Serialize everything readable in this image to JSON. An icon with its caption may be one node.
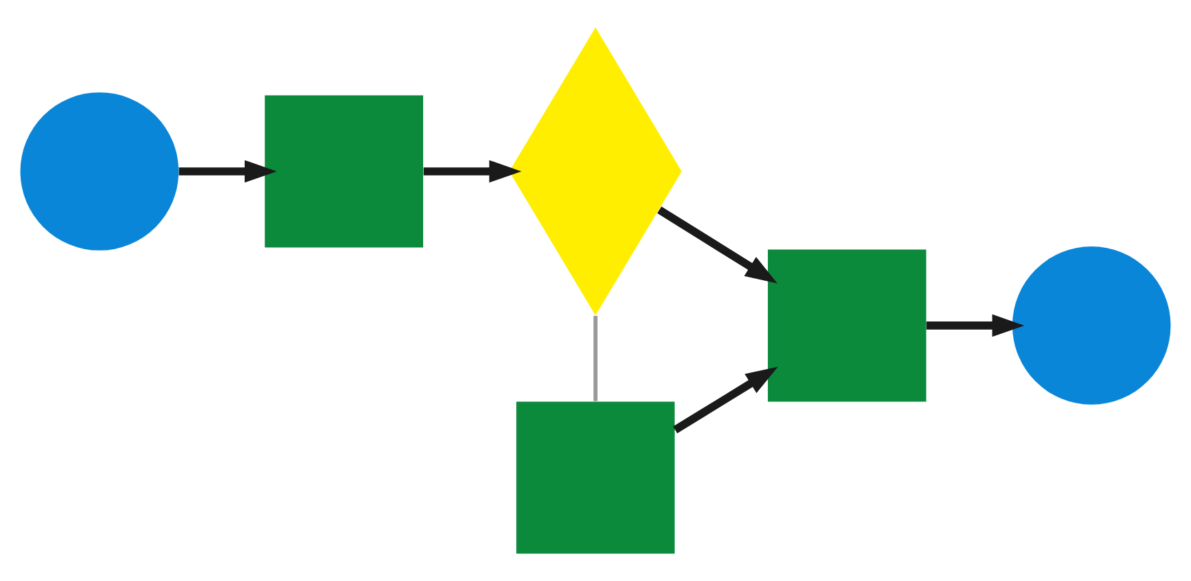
{
  "diagram": {
    "nodes": [
      {
        "text": [],
        "shape": "circle"
      },
      {
        "text": [],
        "shape": "box"
      },
      {
        "text": [],
        "shape": "diamond"
      },
      {
        "text": [],
        "shape": "box"
      },
      {
        "text": [],
        "shape": "circle"
      },
      {
        "text": [],
        "shape": "box"
      }
    ],
    "edges": [
      {
        "from": 0,
        "to": 1,
        "arrow": "to"
      },
      {
        "from": 1,
        "to": 2,
        "arrow": "to"
      },
      {
        "from": 2,
        "to": 3,
        "arrow": "to"
      },
      {
        "from": 3,
        "to": 4,
        "arrow": "to"
      },
      {
        "from": 2,
        "to": 5,
        "arrow": "none",
        "color": "#999999"
      },
      {
        "from": 5,
        "to": 3,
        "arrow": "to"
      }
    ]
  }
}
